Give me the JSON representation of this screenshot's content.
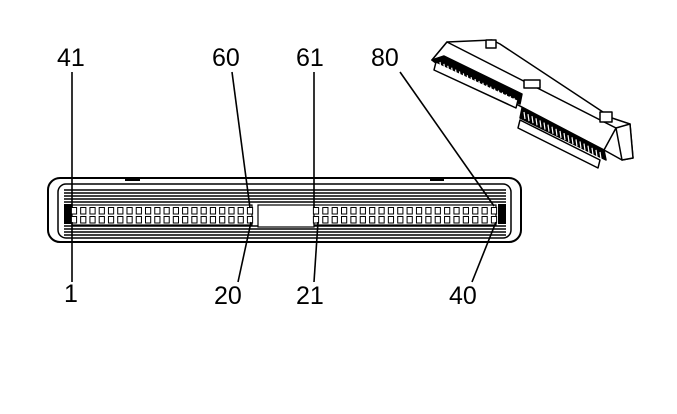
{
  "diagram": {
    "pin_labels": {
      "top_left": "41",
      "top_mid_left": "60",
      "top_mid_right": "61",
      "top_right": "80",
      "bottom_left": "1",
      "bottom_mid_left": "20",
      "bottom_mid_right": "21",
      "bottom_right": "40"
    },
    "pins_per_bank": 20,
    "banks": 2,
    "colors": {
      "line": "#000000",
      "background": "#ffffff"
    }
  }
}
